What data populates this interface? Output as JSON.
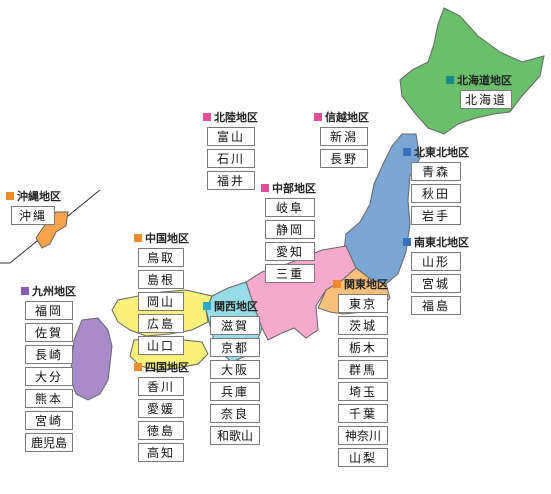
{
  "colors": {
    "hokkaido": "#6abf6a",
    "tohoku": "#7ba6d4",
    "kanto": "#f8c07a",
    "chubu": "#f5a9cf",
    "kinki": "#96dde8",
    "chugoku": "#f9f07a",
    "shikoku": "#f9f07a",
    "kyushu": "#a98bc9",
    "okinawa": "#f7a34b",
    "marker_pink": "#e0509a",
    "marker_teal": "#1a8a8a",
    "marker_blue": "#3a6ebf",
    "marker_orange": "#f08a2a",
    "marker_cyan": "#2aa9c9",
    "marker_purple": "#8a5ab5"
  },
  "regions": {
    "hokkaido": {
      "title": "北海道地区",
      "prefectures": [
        "北海道"
      ]
    },
    "kita_tohoku": {
      "title": "北東北地区",
      "prefectures": [
        "青森",
        "秋田",
        "岩手"
      ]
    },
    "minami_tohoku": {
      "title": "南東北地区",
      "prefectures": [
        "山形",
        "宮城",
        "福島"
      ]
    },
    "hokuriku": {
      "title": "北陸地区",
      "prefectures": [
        "富山",
        "石川",
        "福井"
      ]
    },
    "shinetsu": {
      "title": "信越地区",
      "prefectures": [
        "新潟",
        "長野"
      ]
    },
    "chubu": {
      "title": "中部地区",
      "prefectures": [
        "岐阜",
        "静岡",
        "愛知",
        "三重"
      ]
    },
    "kanto": {
      "title": "関東地区",
      "prefectures": [
        "東京",
        "茨城",
        "栃木",
        "群馬",
        "埼玉",
        "千葉",
        "神奈川",
        "山梨"
      ]
    },
    "kansai": {
      "title": "関西地区",
      "prefectures": [
        "滋賀",
        "京都",
        "大阪",
        "兵庫",
        "奈良",
        "和歌山"
      ]
    },
    "chugoku": {
      "title": "中国地区",
      "prefectures": [
        "鳥取",
        "島根",
        "岡山",
        "広島",
        "山口"
      ]
    },
    "shikoku": {
      "title": "四国地区",
      "prefectures": [
        "香川",
        "愛媛",
        "徳島",
        "高知"
      ]
    },
    "kyushu": {
      "title": "九州地区",
      "prefectures": [
        "福岡",
        "佐賀",
        "長崎",
        "大分",
        "熊本",
        "宮崎",
        "鹿児島"
      ]
    },
    "okinawa": {
      "title": "沖縄地区",
      "prefectures": [
        "沖縄"
      ]
    }
  }
}
